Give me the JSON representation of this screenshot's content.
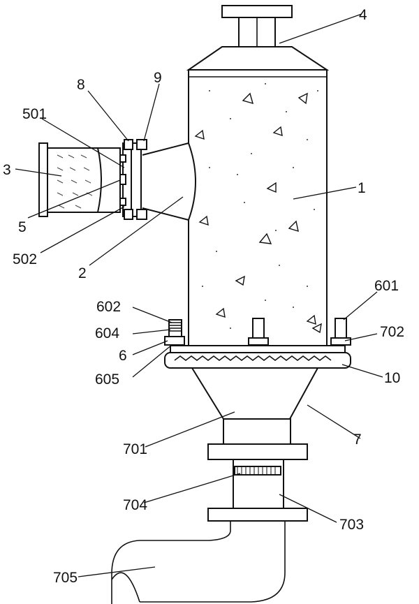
{
  "labels": {
    "l1": "1",
    "l2": "2",
    "l3": "3",
    "l4": "4",
    "l5": "5",
    "l501": "501",
    "l502": "502",
    "l6": "6",
    "l601": "601",
    "l602": "602",
    "l604": "604",
    "l605": "605",
    "l7": "7",
    "l701": "701",
    "l702": "702",
    "l703": "703",
    "l704": "704",
    "l705": "705",
    "l8": "8",
    "l9": "9",
    "l10": "10"
  }
}
